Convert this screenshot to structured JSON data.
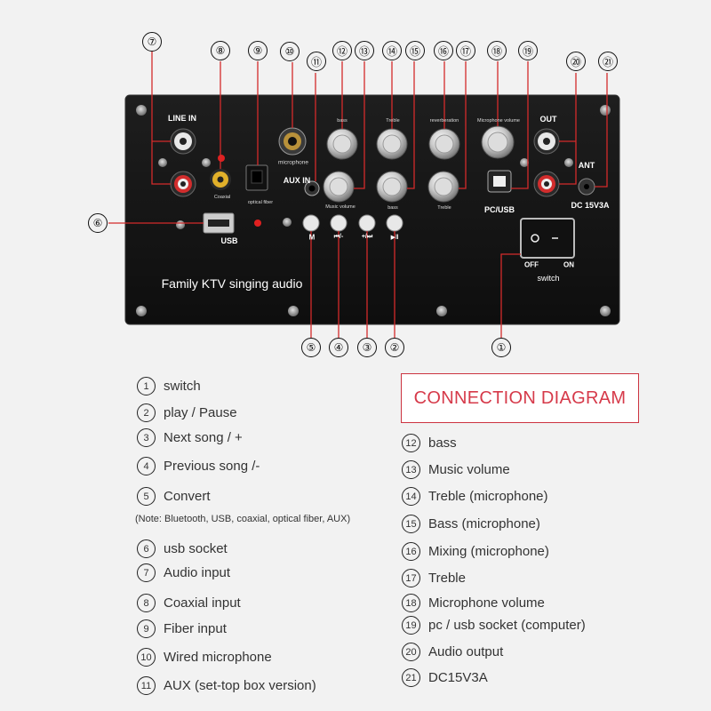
{
  "board": {
    "line_in": "LINE IN",
    "coaxial": "Coaxial",
    "optical_fiber": "optical fiber",
    "microphone": "microphone",
    "aux_in": "AUX IN",
    "bass_top": "bass",
    "music_volume": "Music volume",
    "treble_top": "Treble",
    "bass_bottom": "bass",
    "reverberation": "reverberation",
    "treble_bottom": "Treble",
    "microphone_volume": "Microphone volume",
    "pc_usb": "PC/USB",
    "out": "OUT",
    "ant": "ANT",
    "dc": "DC 15V3A",
    "usb": "USB",
    "btn_m": "M",
    "btn_prev": "⏮/-",
    "btn_next": "+/⏭",
    "btn_play": "▶‖",
    "off": "OFF",
    "on": "ON",
    "switch": "switch",
    "product_text": "Family KTV singing audio"
  },
  "callouts": [
    "①",
    "②",
    "③",
    "④",
    "⑤",
    "⑥",
    "⑦",
    "⑧",
    "⑨",
    "⑩",
    "⑪",
    "⑫",
    "⑬",
    "⑭",
    "⑮",
    "⑯",
    "⑰",
    "⑱",
    "⑲",
    "⑳",
    "㉑"
  ],
  "diagram_title": "CONNECTION DIAGRAM",
  "legend_left": [
    {
      "num": "1",
      "text": "switch"
    },
    {
      "num": "2",
      "text": "play / Pause"
    },
    {
      "num": "3",
      "text": "Next song / +"
    },
    {
      "num": "4",
      "text": "Previous song /-"
    },
    {
      "num": "5",
      "text": "Convert"
    },
    {
      "num": "6",
      "text": "usb socket"
    },
    {
      "num": "7",
      "text": "Audio input"
    },
    {
      "num": "8",
      "text": "Coaxial input"
    },
    {
      "num": "9",
      "text": "Fiber input"
    },
    {
      "num": "10",
      "text": "Wired microphone"
    },
    {
      "num": "11",
      "text": "AUX (set-top box version)"
    }
  ],
  "note": "(Note: Bluetooth, USB, coaxial, optical fiber, AUX)",
  "legend_right": [
    {
      "num": "12",
      "text": "bass"
    },
    {
      "num": "13",
      "text": "Music volume"
    },
    {
      "num": "14",
      "text": "Treble (microphone)"
    },
    {
      "num": "15",
      "text": "Bass (microphone)"
    },
    {
      "num": "16",
      "text": "Mixing (microphone)"
    },
    {
      "num": "17",
      "text": "Treble"
    },
    {
      "num": "18",
      "text": "Microphone volume"
    },
    {
      "num": "19",
      "text": "pc / usb socket (computer)"
    },
    {
      "num": "20",
      "text": "Audio output"
    },
    {
      "num": "21",
      "text": "DC15V3A"
    }
  ],
  "colors": {
    "panel": "#161616",
    "accent": "#d63a4a",
    "rca_red": "#d22d2d",
    "rca_yellow": "#e1b02a",
    "line": "#d42b2b"
  }
}
